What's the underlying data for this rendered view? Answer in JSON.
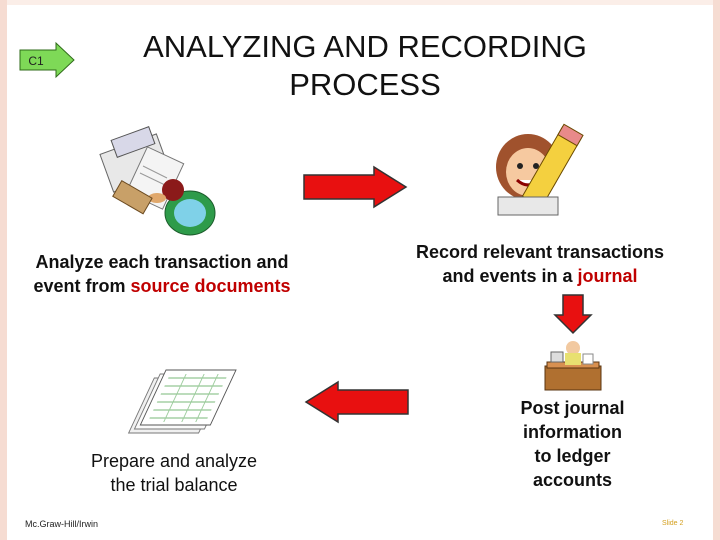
{
  "badge": {
    "label": "C1"
  },
  "title": {
    "line1": "ANALYZING AND RECORDING",
    "line2": "PROCESS"
  },
  "steps": {
    "analyze": {
      "text": "Analyze each transaction and",
      "text2": "event from ",
      "highlight": "source documents"
    },
    "record": {
      "text": "Record relevant transactions",
      "text2": "and events in a ",
      "highlight": "journal"
    },
    "post": {
      "line1": "Post journal",
      "line2": "information",
      "line3": "to ledger",
      "line4": "accounts"
    },
    "prepare": {
      "line1": "Prepare and analyze",
      "line2": "the trial balance"
    }
  },
  "footer": {
    "publisher": "Mc.Graw-Hill/Irwin",
    "slide": "Slide 2"
  },
  "colors": {
    "arrow_red": "#e81010",
    "badge_green": "#7ed957",
    "highlight_red": "#c00000"
  }
}
